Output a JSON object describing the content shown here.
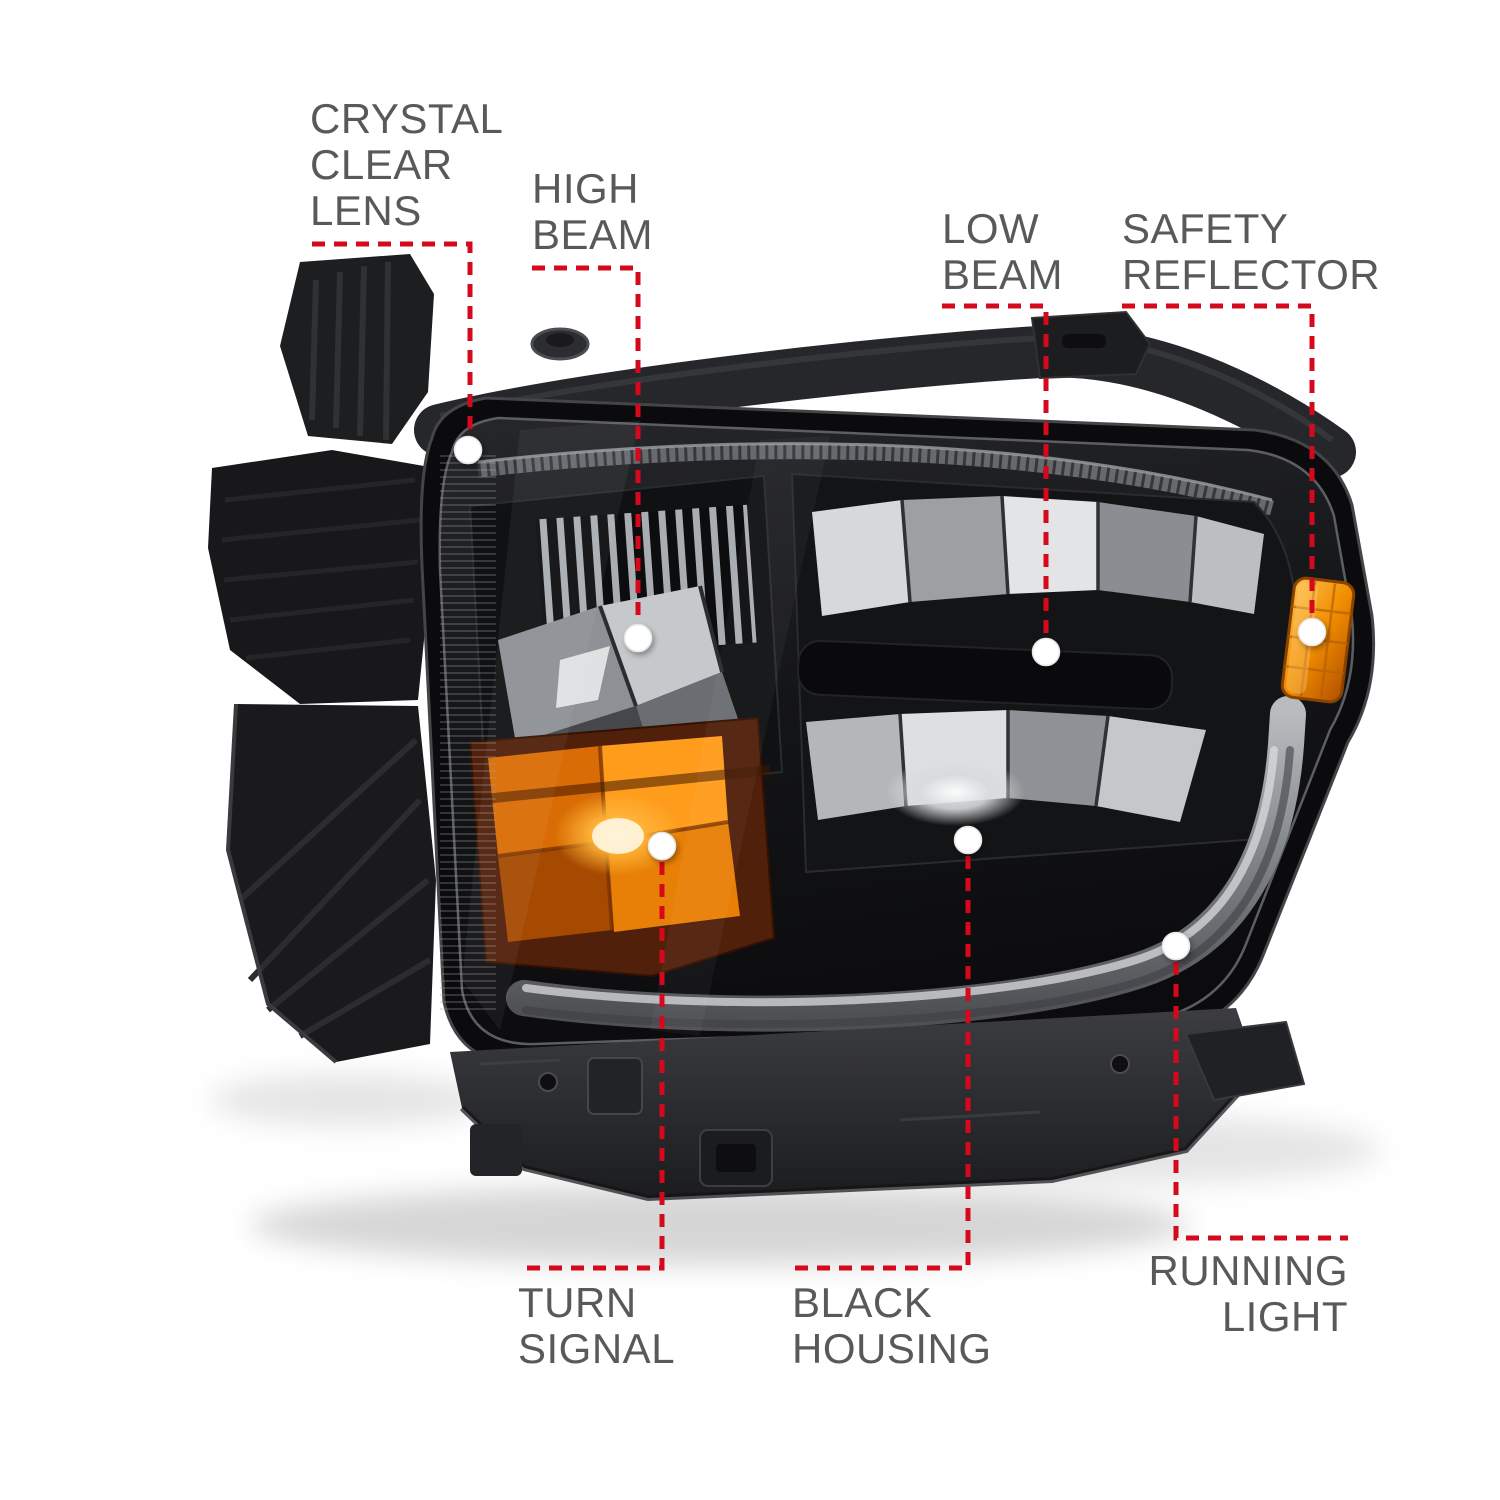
{
  "diagram": {
    "subject": "LED headlight assembly annotated feature diagram",
    "background_color": "#ffffff",
    "colors": {
      "leader_line": "#d6081b",
      "label_text": "#58595b",
      "marker_fill": "#ffffff",
      "amber_lens": "#f08c00",
      "housing_black": "#1a1b1d",
      "chrome_reflector": "#c6c9cb"
    },
    "callouts": [
      {
        "id": "crystal-clear-lens",
        "lines": [
          "CRYSTAL",
          "CLEAR",
          "LENS"
        ]
      },
      {
        "id": "high-beam",
        "lines": [
          "HIGH",
          "BEAM"
        ]
      },
      {
        "id": "low-beam",
        "lines": [
          "LOW",
          "BEAM"
        ]
      },
      {
        "id": "safety-reflector",
        "lines": [
          "SAFETY",
          "REFLECTOR"
        ]
      },
      {
        "id": "turn-signal",
        "lines": [
          "TURN",
          "SIGNAL"
        ]
      },
      {
        "id": "black-housing",
        "lines": [
          "BLACK",
          "HOUSING"
        ]
      },
      {
        "id": "running-light",
        "lines": [
          "RUNNING",
          "LIGHT"
        ]
      }
    ]
  }
}
